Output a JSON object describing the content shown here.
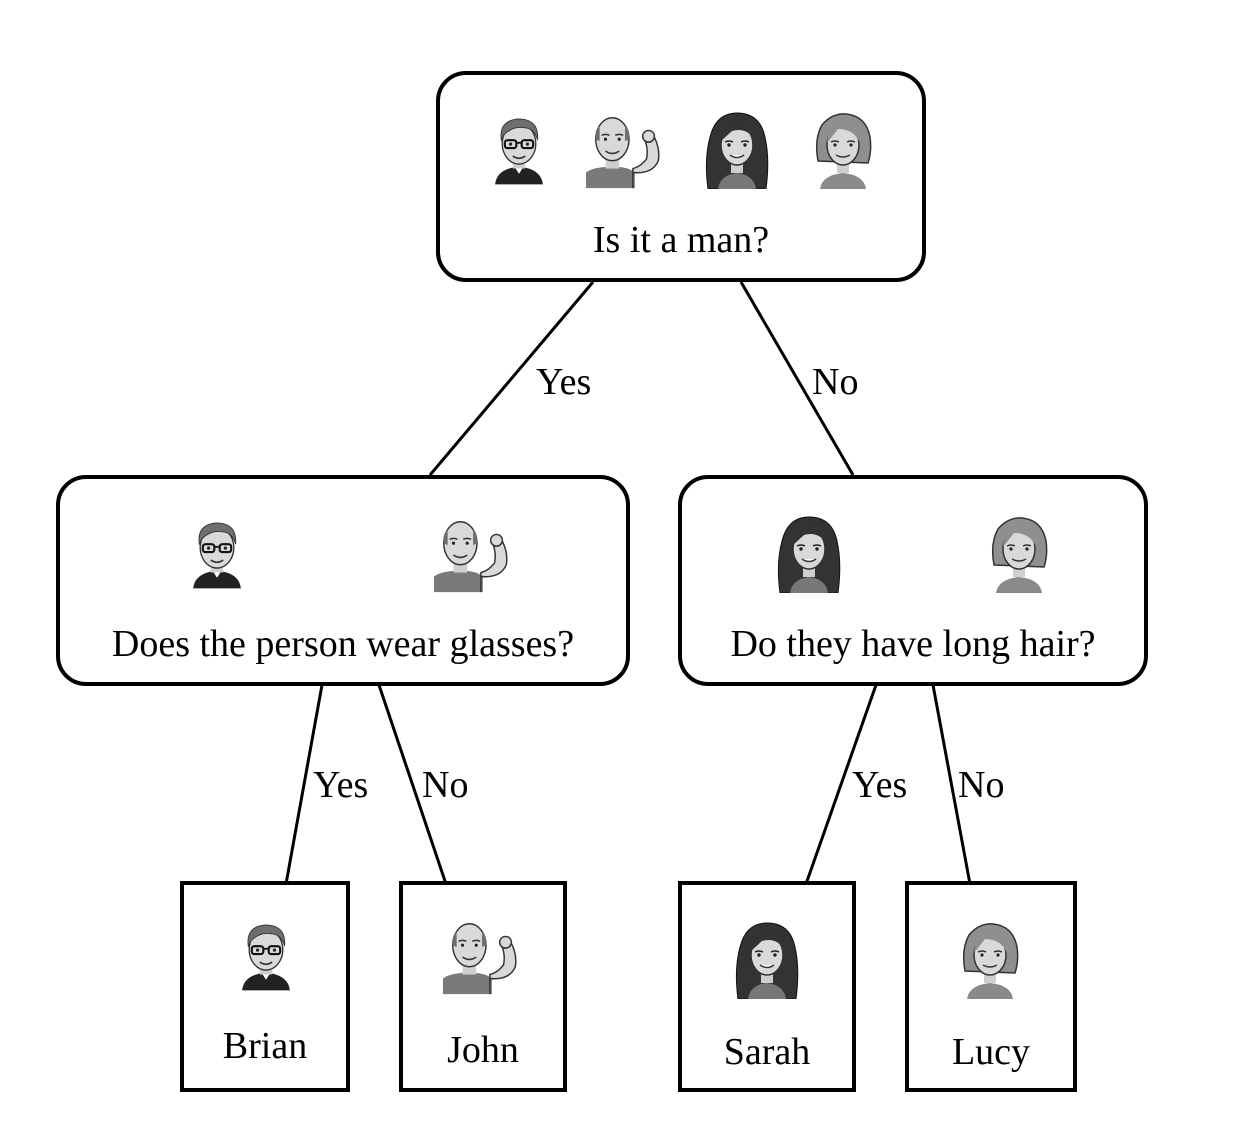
{
  "root": {
    "question": "Is it a man?",
    "avatars": [
      "glasses-man-avatar",
      "bald-man-avatar",
      "long-hair-woman-avatar",
      "short-hair-woman-avatar"
    ]
  },
  "left": {
    "question": "Does the person wear glasses?",
    "edge_label": "Yes",
    "avatars": [
      "glasses-man-avatar",
      "bald-man-avatar"
    ]
  },
  "right": {
    "question": "Do they have long hair?",
    "edge_label": "No",
    "avatars": [
      "long-hair-woman-avatar",
      "short-hair-woman-avatar"
    ]
  },
  "leaves": [
    {
      "name": "Brian",
      "edge_label": "Yes",
      "avatar": "glasses-man-avatar"
    },
    {
      "name": "John",
      "edge_label": "No",
      "avatar": "bald-man-avatar"
    },
    {
      "name": "Sarah",
      "edge_label": "Yes",
      "avatar": "long-hair-woman-avatar"
    },
    {
      "name": "Lucy",
      "edge_label": "No",
      "avatar": "short-hair-woman-avatar"
    }
  ],
  "colors": {
    "line": "#000000",
    "background": "#ffffff",
    "skin": "#d9d9d9",
    "dark_hair": "#3a3a3a",
    "mid_gray": "#8a8a8a"
  }
}
